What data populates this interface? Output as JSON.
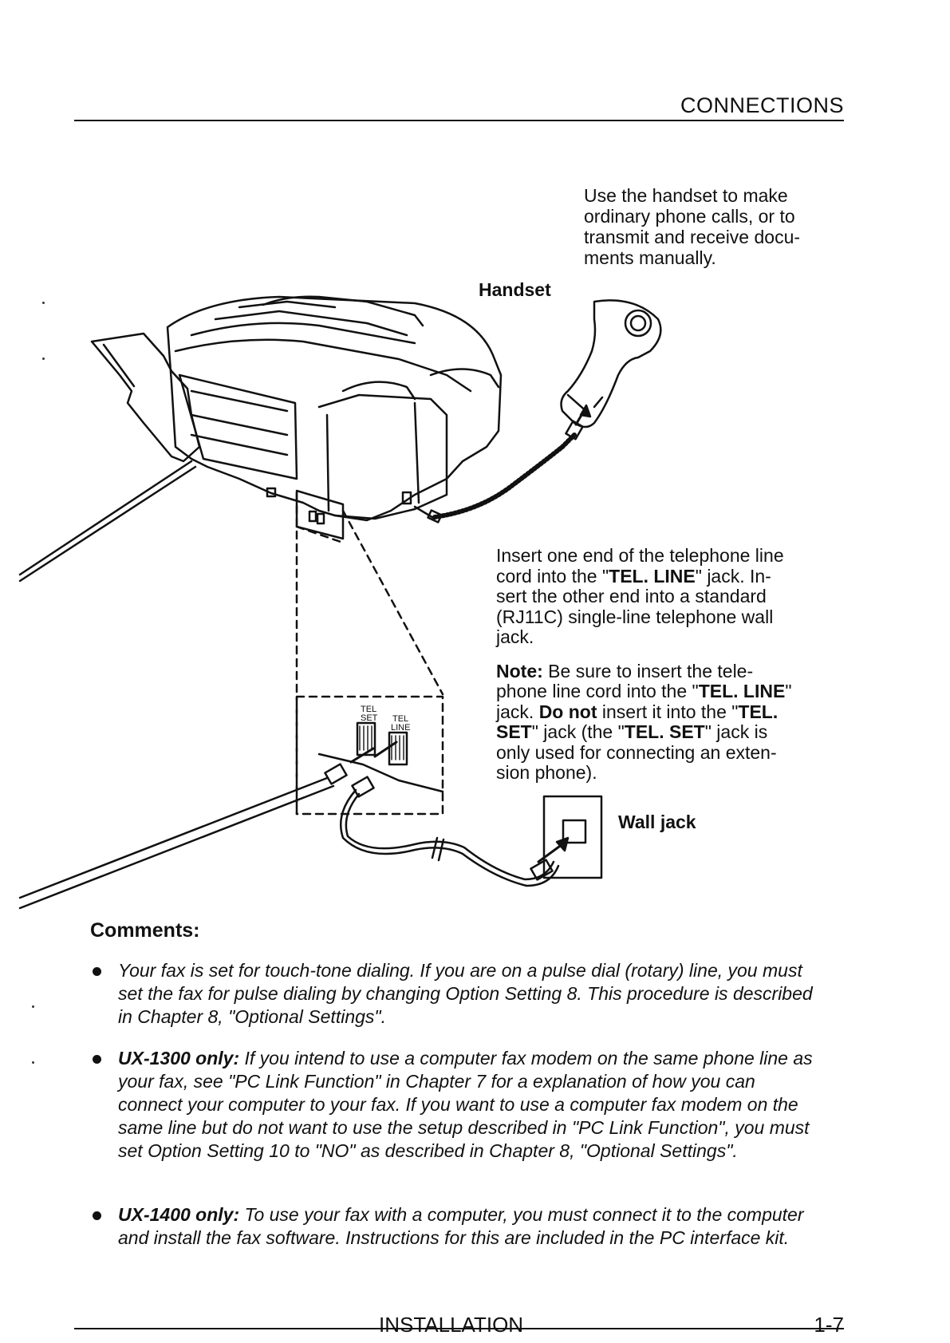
{
  "header": {
    "title": "CONNECTIONS"
  },
  "diagram": {
    "handset_description": "Use the handset to make ordinary phone calls, or to transmit and receive documents manually.",
    "handset_desc_lines": [
      "Use the handset to make",
      "ordinary phone calls, or to",
      "transmit and receive docu-",
      "ments manually."
    ],
    "handset_label": "Handset",
    "jack_label_tel_set": "TEL SET",
    "jack_label_tel_line": "TEL LINE",
    "jack_tel_set_lines": [
      "TEL",
      "SET"
    ],
    "jack_tel_line_lines": [
      "TEL",
      "LINE"
    ],
    "wall_jack_label": "Wall jack"
  },
  "instructions": {
    "insert_lines": [
      "Insert one end of the telephone line",
      "cord into the \"TEL. LINE\" jack. In-",
      "sert the other end into a standard",
      "(RJ11C) single-line telephone wall",
      "jack."
    ],
    "note_label": "Note:",
    "note_parts": {
      "a": " Be sure to insert the tele-",
      "b": "phone line cord into the \"",
      "b_bold": "TEL. LINE",
      "c": "\"",
      "d": "jack. ",
      "d_bold": "Do not",
      "e": " insert it into the \"",
      "e_bold": "TEL.",
      "f_bold": "SET",
      "f": "\" jack (the \"",
      "g_bold": "TEL. SET",
      "g": "\" jack is",
      "h": "only used for connecting an exten-",
      "i": "sion phone)."
    }
  },
  "comments": {
    "heading": "Comments:",
    "bullet1": "Your fax is set for touch-tone dialing. If you are on a pulse dial (rotary) line, you must set the fax for pulse dialing by changing Option Setting 8. This procedure is described in Chapter 8, \"Optional Settings\".",
    "bullet2_lead": "UX-1300 only:",
    "bullet2": " If you intend to use a computer fax modem on the same phone line as your fax, see \"PC Link Function\" in Chapter 7 for a explanation of how you can connect your computer to your fax. If you want to use a computer fax modem on the same line but do not want to use the setup described in \"PC Link Function\", you must set Option Setting 10 to \"NO\" as described in Chapter 8, \"Optional Settings\".",
    "bullet3_lead": "UX-1400 only:",
    "bullet3": " To use your fax with a computer, you must connect it to the computer and install the fax software. Instructions for this are included in the PC interface kit."
  },
  "footer": {
    "section": "INSTALLATION",
    "page": "1-7"
  }
}
